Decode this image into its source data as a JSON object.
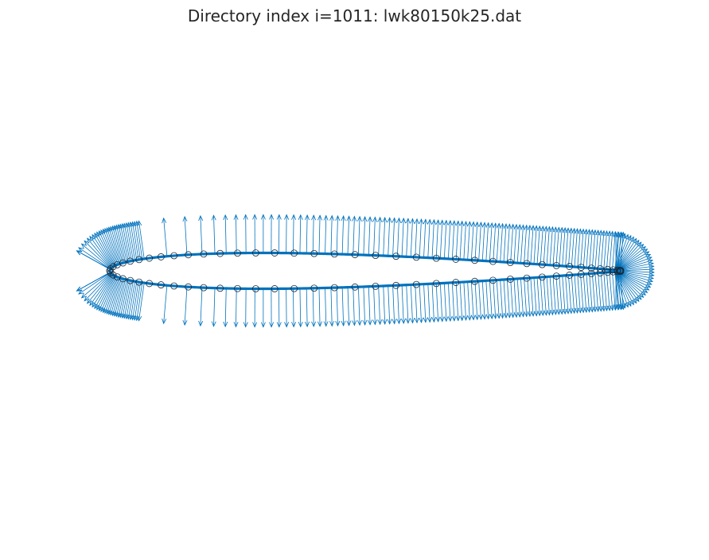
{
  "title": "Directory index i=1011: lwk80150k25.dat",
  "colors": {
    "curve": "#0072BD",
    "arrows": "#0072BD",
    "markers": "#1a2a3a",
    "title": "#262626",
    "background": "#ffffff"
  },
  "chart_data": {
    "type": "scatter",
    "title": "Directory index i=1011: lwk80150k25.dat",
    "xlabel": "",
    "ylabel": "",
    "axes_visible": false,
    "grid": false,
    "xlim": [
      -0.05,
      1.05
    ],
    "ylim": [
      -0.36,
      0.36
    ],
    "airfoil": {
      "thickness_ratio": 0.15,
      "camber": 0.0,
      "camber_position": 0.4
    },
    "series": [
      {
        "kind": "surface-curve",
        "marker": "none",
        "values": "airfoil outline"
      },
      {
        "kind": "surface-points",
        "marker": "circle-open",
        "count": 80
      },
      {
        "kind": "normal-vectors",
        "marker": "arrow",
        "count": 260,
        "arrow_length": 0.05
      }
    ]
  }
}
